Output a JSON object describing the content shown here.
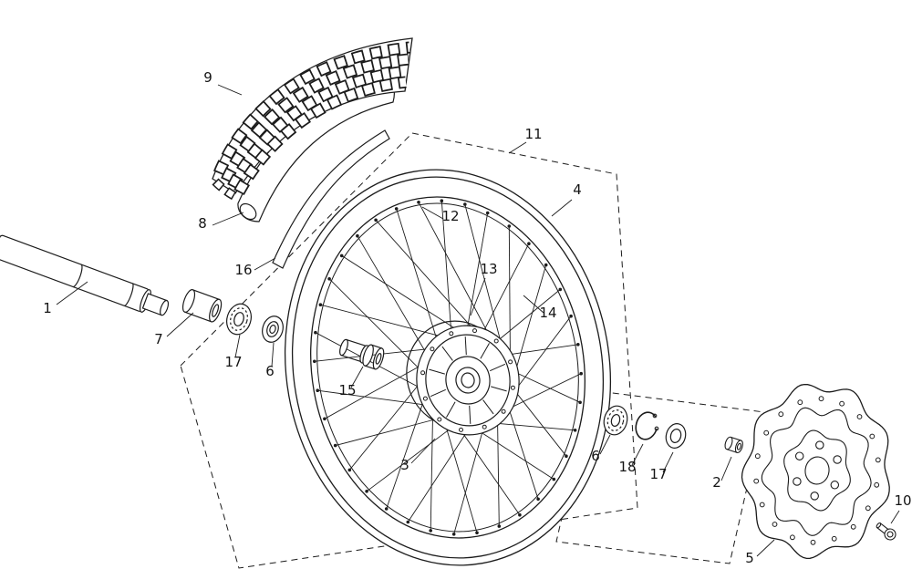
{
  "figure": {
    "colors": {
      "line": "#1c1c1c",
      "background": "#ffffff",
      "label": "#141414"
    },
    "callouts": [
      {
        "part": "front-axle",
        "label": "1"
      },
      {
        "part": "hub-spacer-right",
        "label": "2"
      },
      {
        "part": "hub-assembly",
        "label": "3"
      },
      {
        "part": "wheel-rim",
        "label": "4"
      },
      {
        "part": "brake-disc",
        "label": "5"
      },
      {
        "part": "oil-seal-left",
        "label": "6"
      },
      {
        "part": "oil-seal-right",
        "label": "6"
      },
      {
        "part": "axle-spacer",
        "label": "7"
      },
      {
        "part": "inner-tube",
        "label": "8"
      },
      {
        "part": "tyre",
        "label": "9"
      },
      {
        "part": "disc-bolt",
        "label": "10"
      },
      {
        "part": "front-wheel-assembly",
        "label": "11"
      },
      {
        "part": "spoke-nipple",
        "label": "12"
      },
      {
        "part": "spoke-inner",
        "label": "13"
      },
      {
        "part": "spoke-outer",
        "label": "14"
      },
      {
        "part": "bearing-spacer",
        "label": "15"
      },
      {
        "part": "rim-band",
        "label": "16"
      },
      {
        "part": "bearing-left",
        "label": "17"
      },
      {
        "part": "bearing-right",
        "label": "17"
      },
      {
        "part": "circlip",
        "label": "18"
      }
    ]
  }
}
